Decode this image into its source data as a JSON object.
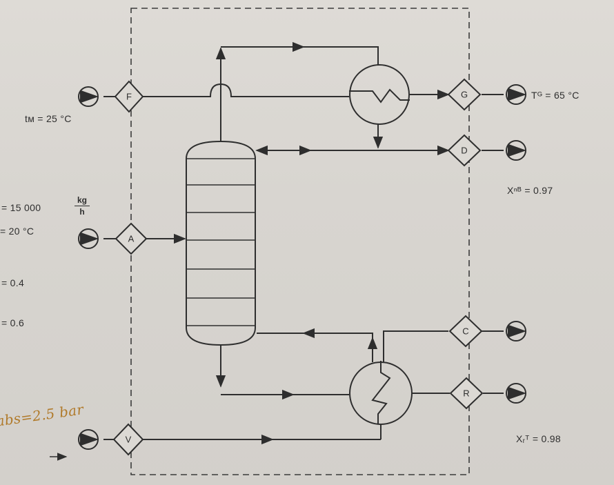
{
  "nodes": {
    "F": "F",
    "G": "G",
    "D": "D",
    "A": "A",
    "C": "C",
    "R": "R",
    "V": "V"
  },
  "labels": {
    "tf": "tᴍ = 25 °C",
    "tg": "Tᴳ = 65 °C",
    "xd": "Xⁿᴮ = 0.97",
    "flow_prefix": "= 15 000",
    "flow_unit_num": "kg",
    "flow_unit_den": "h",
    "feed_temp": "= 20 °C",
    "x1": "= 0.4",
    "x2": "= 0.6",
    "pressure": "abs=2.5 bar",
    "xr": "Xᵣᵀ = 0.98"
  },
  "colors": {
    "ink": "#2e2e2e",
    "paper": "#d9d6d1",
    "handwriting": "#b07a2a"
  }
}
